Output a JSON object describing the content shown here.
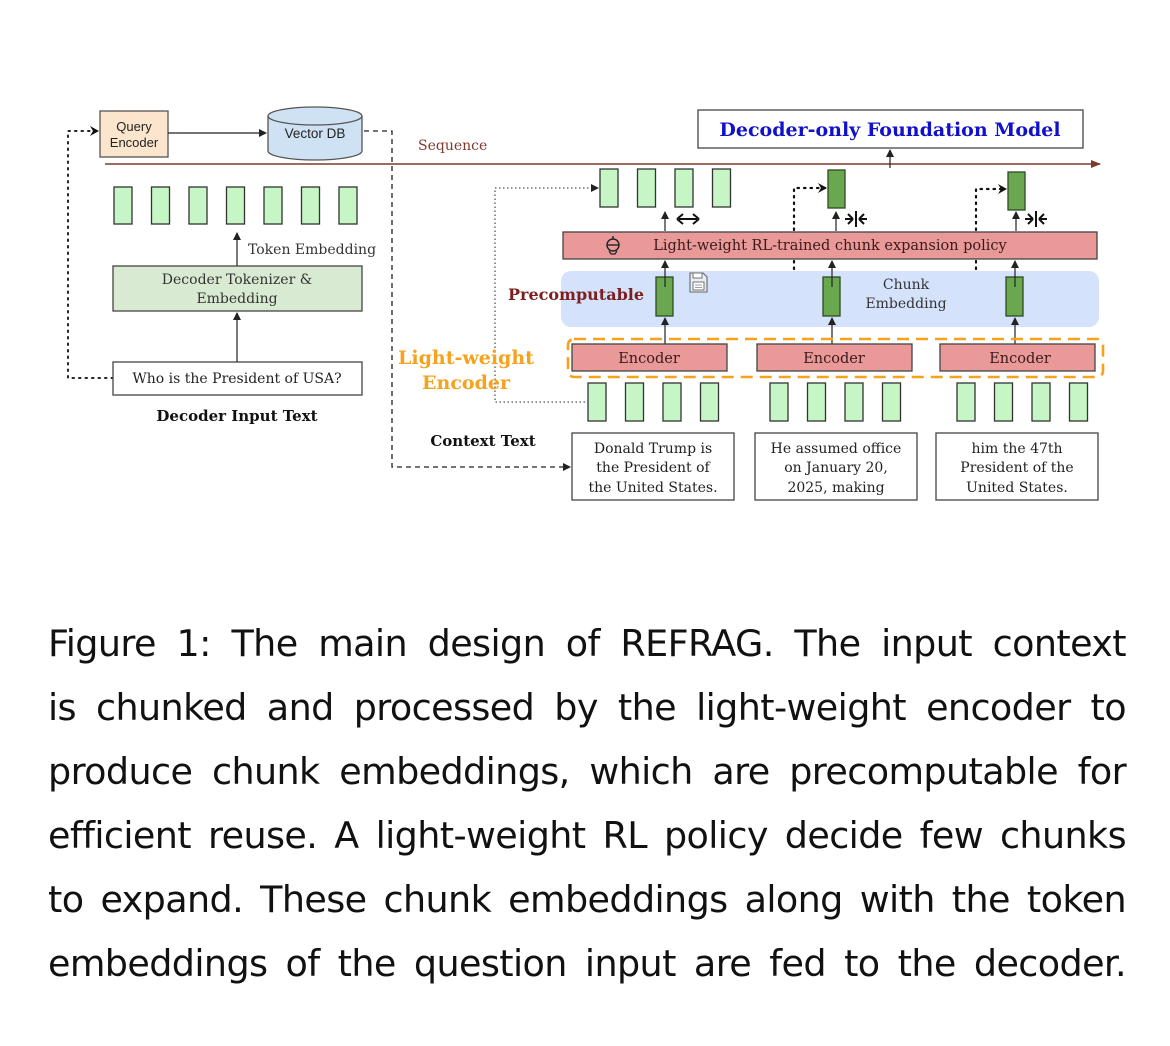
{
  "figure": {
    "query_encoder": [
      "Query",
      "Encoder"
    ],
    "vector_db": "Vector DB",
    "sequence_label": "Sequence",
    "foundation_model": "Decoder-only Foundation Model",
    "token_embedding_label": "Token Embedding",
    "decoder_tokenizer": [
      "Decoder Tokenizer &",
      "Embedding"
    ],
    "decoder_input": "Who is the President of USA?",
    "decoder_input_label": "Decoder Input Text",
    "policy_label": "Light-weight RL-trained chunk expansion policy",
    "precomputable_label": "Precomputable",
    "chunk_embedding_label": [
      "Chunk",
      "Embedding"
    ],
    "light_weight_encoder_label": [
      "Light-weight",
      "Encoder"
    ],
    "encoder_label": "Encoder",
    "context_text_label": "Context Text",
    "context_chunks": [
      [
        "Donald Trump is",
        "the President of",
        "the United States."
      ],
      [
        "He assumed office",
        "on January 20,",
        "2025, making"
      ],
      [
        "him the 47th",
        "President of the",
        "United States."
      ]
    ],
    "icons": {
      "policy": "robot-icon",
      "precompute": "floppy-disk-icon",
      "expand": "expand-arrows-icon",
      "compress": "compress-arrows-icon"
    },
    "colors": {
      "token_light_green": "#c6f5c6",
      "chunk_dark_green": "#6aa84f",
      "encoder_red": "#ea9999",
      "precompute_blue": "#d4e3fb",
      "query_orange": "#fce5cd",
      "vector_db_blue": "#cfe2f3",
      "tokenizer_green": "#d9ead3",
      "orange_accent": "#f6a21c",
      "sequence_brown": "#7f3a2e",
      "title_blue": "#1111cc",
      "precomputable_red": "#7b1f1f"
    }
  },
  "caption": {
    "lines": [
      "Figure 1: The main design of REFRAG. The input context",
      "is chunked and processed by the light-weight encoder to",
      "produce chunk embeddings, which are precomputable for",
      "efficient reuse. A light-weight RL policy decide few chunks",
      "to expand. These chunk embeddings along with the token",
      "embeddings of the question input are fed to the decoder."
    ]
  }
}
